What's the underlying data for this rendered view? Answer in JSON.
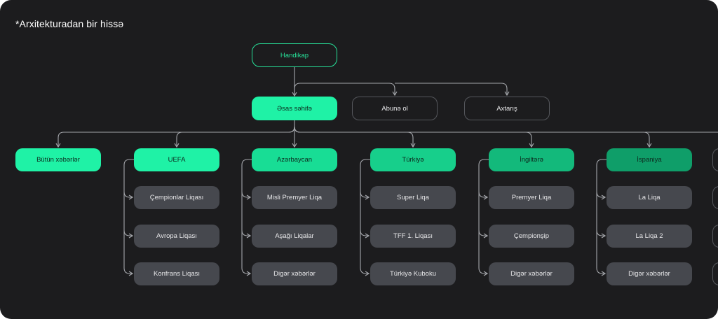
{
  "title": "*Arxitekturadan bir hissə",
  "root": {
    "label": "Handikap"
  },
  "level2": [
    {
      "label": "Əsas səhifə"
    },
    {
      "label": "Abunə ol"
    },
    {
      "label": "Axtarış"
    }
  ],
  "categories": [
    {
      "label": "Bütün xəbərlər",
      "color": "#1ff2a6",
      "children": []
    },
    {
      "label": "UEFA",
      "color": "#1ff2a6",
      "children": [
        "Çempionlar Liqası",
        "Avropa Liqası",
        "Konfrans Liqası"
      ]
    },
    {
      "label": "Azərbaycan",
      "color": "#18dd95",
      "children": [
        "Misli Premyer Liqa",
        "Aşağı Liqalar",
        "Digər xəbərlər"
      ]
    },
    {
      "label": "Türkiyə",
      "color": "#17cf8b",
      "children": [
        "Super Liqa",
        "TFF 1. Liqası",
        "Türkiyə Kuboku"
      ]
    },
    {
      "label": "İngiltərə",
      "color": "#13b97b",
      "children": [
        "Premyer Liqa",
        "Çempionşip",
        "Digər xəbərlər"
      ]
    },
    {
      "label": "İspaniya",
      "color": "#0f9e69",
      "children": [
        "La Liqa",
        "La Liqa 2",
        "Digər xəbərlər"
      ]
    }
  ],
  "colors": {
    "background": "#1c1c1e",
    "accent": "#27e39a",
    "child_box": "#46484e",
    "line": "#a4a6ab"
  }
}
